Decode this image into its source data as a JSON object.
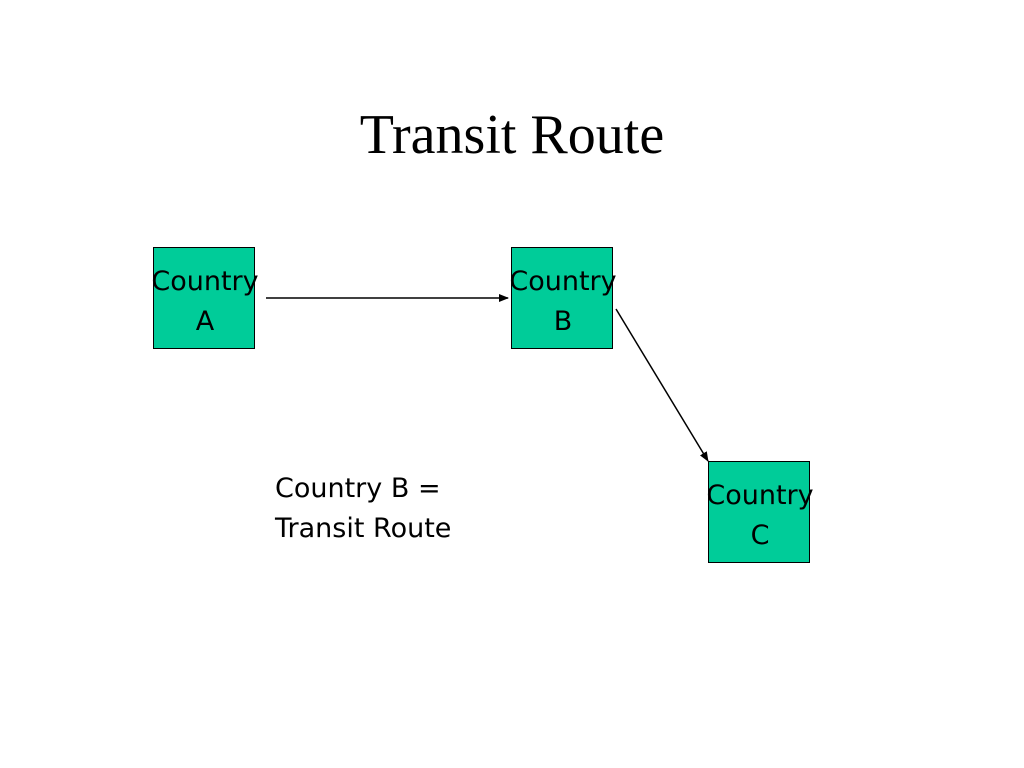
{
  "slide": {
    "title": "Transit Route",
    "countries": [
      {
        "line1": "Country",
        "line2": "A"
      },
      {
        "line1": "Country",
        "line2": "B"
      },
      {
        "line1": "Country",
        "line2": "C"
      }
    ],
    "note": {
      "line1": "Country B =",
      "line2": "Transit Route"
    },
    "box_color": "#00cc99"
  },
  "edges": [
    {
      "from": "Country A",
      "to": "Country B"
    },
    {
      "from": "Country B",
      "to": "Country C"
    }
  ]
}
